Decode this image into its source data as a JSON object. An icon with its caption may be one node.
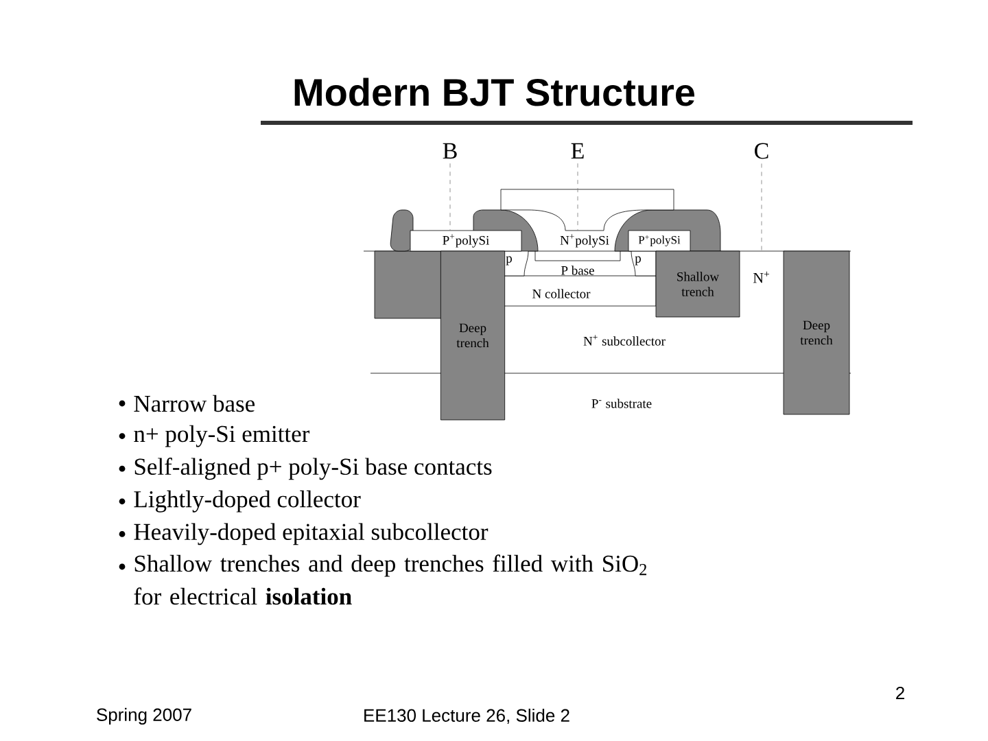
{
  "diagram": {
    "title": "Modern BJT Structure",
    "nodes": [
      {
        "text": [
          "B"
        ]
      },
      {
        "text": [
          "E"
        ]
      },
      {
        "text": [
          "C"
        ]
      },
      {
        "text": [
          "P$^{+}$polySi"
        ]
      },
      {
        "text": [
          "N$^{+}$polySi"
        ]
      },
      {
        "text": [
          "P$^{+}$polySi"
        ]
      },
      {
        "text": [
          "Shallow trench"
        ]
      },
      {
        "text": [
          "Deep trench"
        ]
      },
      {
        "text": [
          "Deep trench"
        ]
      },
      {
        "text": [
          "N$^{+}$"
        ]
      }
    ],
    "edges": [
      {
        "from": 0,
        "to": 3,
        "arrow": "none",
        "style": "dashed"
      },
      {
        "from": 1,
        "to": 4,
        "arrow": "none",
        "style": "dashed"
      },
      {
        "from": 2,
        "to": 9,
        "arrow": "none",
        "style": "dashed"
      }
    ],
    "labels": [
      "p",
      "P base",
      "p",
      "N collector",
      "N$^{+}$ subcollector",
      "P$^{-}$ substrate",
      "Narrow base",
      "n+ poly-Si emitter",
      "Self-aligned p+ poly-Si base contacts",
      "Lightly-doped collector",
      "Heavily-doped epitaxial subcollector",
      "Shallow trenches and deep trenches filled with SiO$_{2}$ for electrical **isolation**",
      "2",
      "Spring 2007",
      "EE130 Lecture 26, Slide 2"
    ]
  }
}
